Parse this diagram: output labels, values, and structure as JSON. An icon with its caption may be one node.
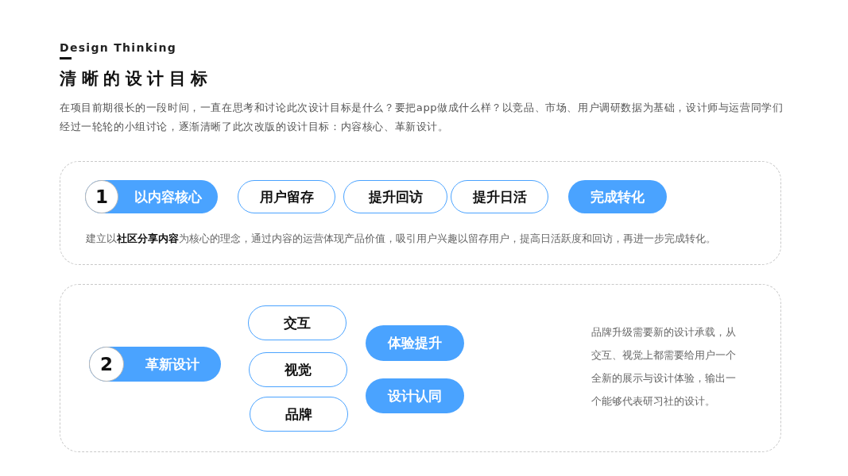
{
  "diagram": {
    "title": "清晰的设计目标",
    "nodes": [
      {
        "text": [
          "建立以**社区分享内容**为核心的理念，通过内容的运营体现产品价值，吸引用户兴趣以留存用户，提高日活跃度和回访，再进一步完成转化。"
        ]
      },
      {
        "text": [
          "1",
          "以内容核心"
        ],
        "in": 0
      },
      {
        "text": [
          "用户留存"
        ],
        "in": 0
      },
      {
        "text": [
          "提升回访"
        ],
        "in": 0
      },
      {
        "text": [
          "提升日活"
        ],
        "in": 0
      },
      {
        "text": [
          "完成转化"
        ],
        "in": 0
      },
      {
        "text": [
          "品牌升级需要新的设计承载，从交互、视觉上都需要给用户一个全新的展示与设计体验，输出一个能够代表研习社的设计。"
        ]
      },
      {
        "text": [
          "2",
          "革新设计"
        ],
        "in": 6
      },
      {
        "text": [
          "交互"
        ],
        "in": 6
      },
      {
        "text": [
          "视觉"
        ],
        "in": 6
      },
      {
        "text": [
          "品牌"
        ],
        "in": 6
      },
      {
        "text": [
          "体验提升"
        ],
        "in": 6
      },
      {
        "text": [
          "设计认同"
        ],
        "in": 6
      }
    ],
    "labels": [
      "Design Thinking",
      "在项目前期很长的一段时间，一直在思考和讨论此次设计目标是什么？要把app做成什么样？以竞品、市场、用户调研数据为基础，设计师与运营同学们经过一轮轮的小组讨论，逐渐清晰了此次改版的设计目标：内容核心、革新设计。"
    ]
  }
}
